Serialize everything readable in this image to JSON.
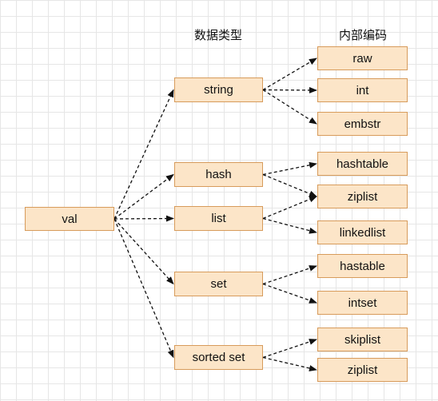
{
  "headers": {
    "data_types": "数据类型",
    "internal_encodings": "内部编码"
  },
  "root": {
    "label": "val"
  },
  "types": [
    {
      "id": "string",
      "label": "string"
    },
    {
      "id": "hash",
      "label": "hash"
    },
    {
      "id": "list",
      "label": "list"
    },
    {
      "id": "set",
      "label": "set"
    },
    {
      "id": "zset",
      "label": "sorted set"
    }
  ],
  "encodings": [
    {
      "id": "raw",
      "label": "raw"
    },
    {
      "id": "int",
      "label": "int"
    },
    {
      "id": "embstr",
      "label": "embstr"
    },
    {
      "id": "hashtable",
      "label": "hashtable"
    },
    {
      "id": "ziplist1",
      "label": "ziplist"
    },
    {
      "id": "linkedlist",
      "label": "linkedlist"
    },
    {
      "id": "hastable",
      "label": "hastable"
    },
    {
      "id": "intset",
      "label": "intset"
    },
    {
      "id": "skiplist",
      "label": "skiplist"
    },
    {
      "id": "ziplist2",
      "label": "ziplist"
    }
  ],
  "edges": [
    [
      "val",
      "string"
    ],
    [
      "val",
      "hash"
    ],
    [
      "val",
      "list"
    ],
    [
      "val",
      "set"
    ],
    [
      "val",
      "zset"
    ],
    [
      "string",
      "raw"
    ],
    [
      "string",
      "int"
    ],
    [
      "string",
      "embstr"
    ],
    [
      "hash",
      "hashtable"
    ],
    [
      "hash",
      "ziplist1"
    ],
    [
      "list",
      "ziplist1"
    ],
    [
      "list",
      "linkedlist"
    ],
    [
      "set",
      "hastable"
    ],
    [
      "set",
      "intset"
    ],
    [
      "zset",
      "skiplist"
    ],
    [
      "zset",
      "ziplist2"
    ]
  ]
}
